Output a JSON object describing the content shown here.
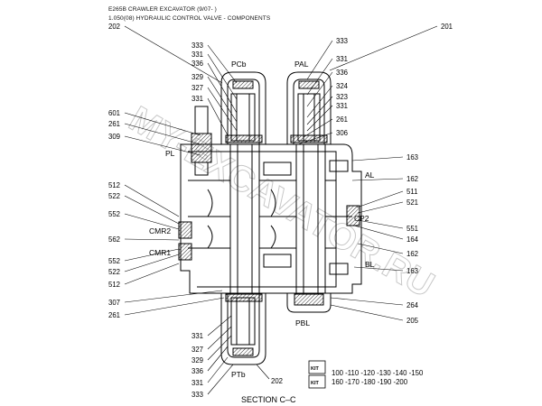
{
  "header": {
    "line1": "E265B CRAWLER EXCAVATOR (9/07- )",
    "line2": "1.050(08) HYDRAULIC CONTROL VALVE - COMPONENTS"
  },
  "watermark": "MY-EXCAVATOR.RU",
  "ports": {
    "PCb": "PCb",
    "PAL": "PAL",
    "PL": "PL",
    "AL": "AL",
    "BL": "BL",
    "CP2": "CP2",
    "CMR2": "CMR2",
    "CMR1": "CMR1",
    "PBL": "PBL",
    "PTb": "PTb"
  },
  "callouts_left": [
    "202",
    "333",
    "331",
    "336",
    "329",
    "327",
    "331",
    "601",
    "261",
    "309",
    "512",
    "522",
    "552",
    "562",
    "552",
    "522",
    "512",
    "307",
    "261",
    "331",
    "327",
    "329",
    "336",
    "331",
    "333"
  ],
  "callouts_right": [
    "201",
    "333",
    "331",
    "336",
    "324",
    "323",
    "331",
    "261",
    "306",
    "163",
    "162",
    "511",
    "521",
    "551",
    "164",
    "162",
    "163",
    "264",
    "205"
  ],
  "callout_bottom": "202",
  "kit": {
    "label": "KIT",
    "numbers_row1": "100 -110 -120 -130 -140 -150",
    "numbers_row2": "160 -170 -180 -190 -200"
  },
  "section_label": "SECTION C–C"
}
